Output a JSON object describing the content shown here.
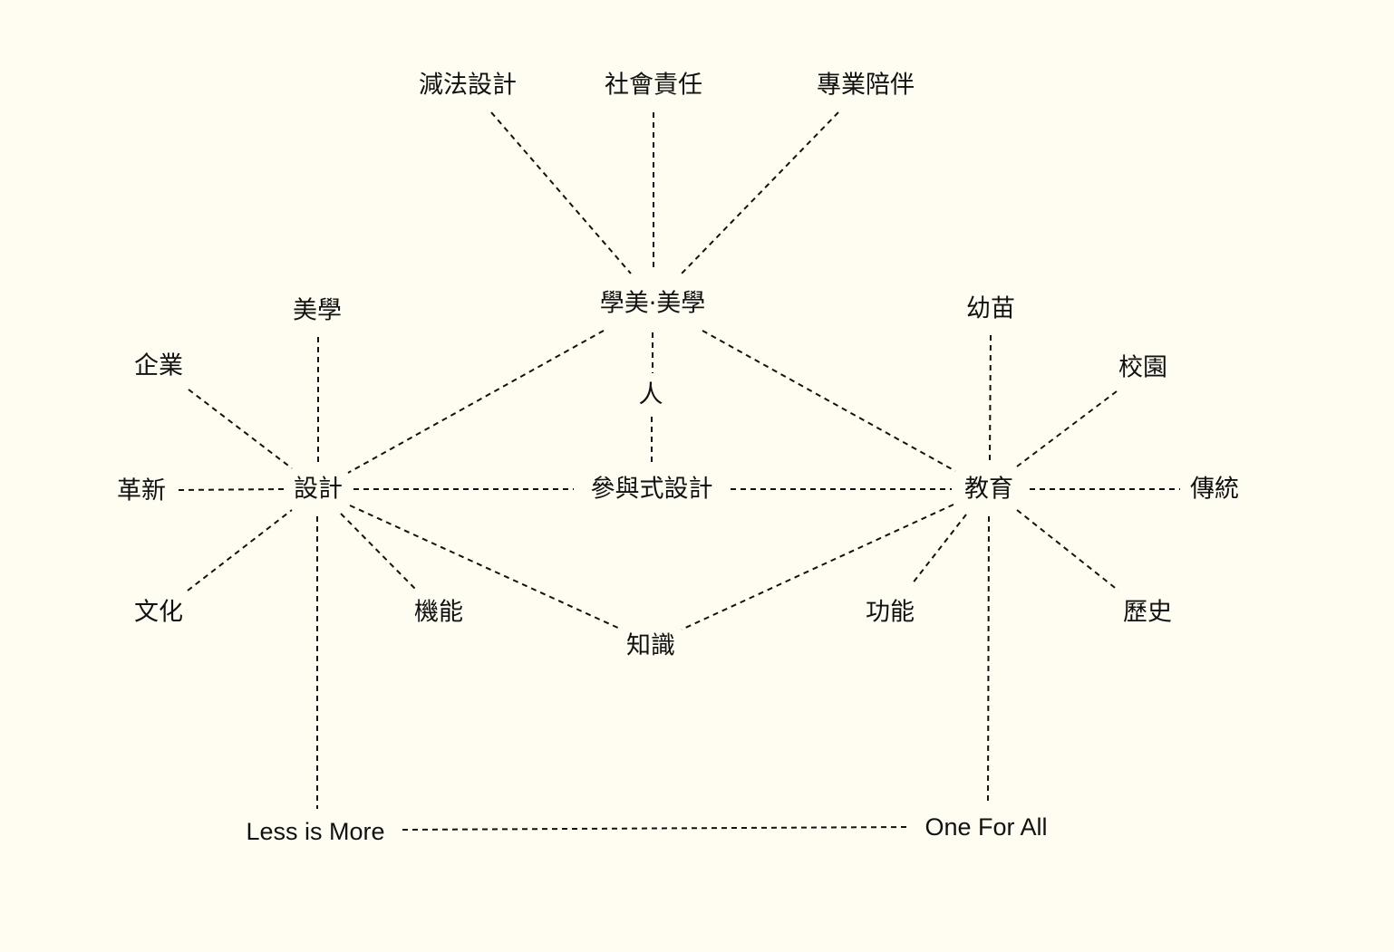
{
  "nodes": {
    "subtraction": "減法設計",
    "social": "社會責任",
    "companion": "專業陪伴",
    "xuemei": "學美·美學",
    "aesthetics": "美學",
    "sprout": "幼苗",
    "enterprise": "企業",
    "campus": "校園",
    "person": "人",
    "innovation": "革新",
    "design": "設計",
    "participatory": "參與式設計",
    "education": "教育",
    "tradition": "傳統",
    "culture": "文化",
    "mechanism": "機能",
    "knowledge": "知識",
    "function": "功能",
    "history": "歷史",
    "less": "Less is More",
    "onefor": "One For All"
  }
}
